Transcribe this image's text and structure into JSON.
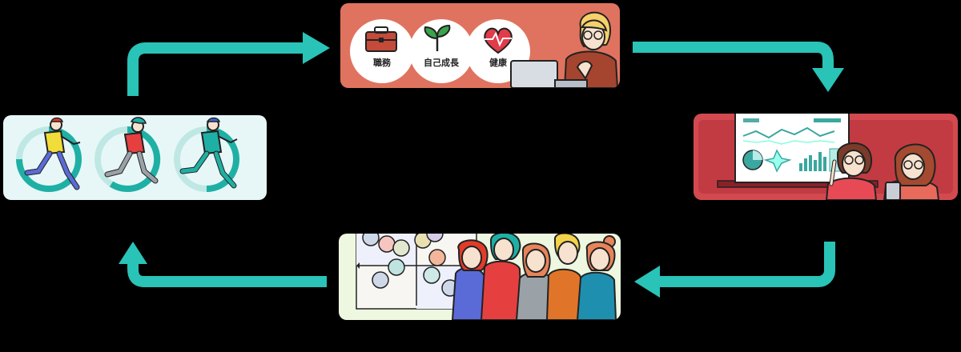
{
  "survey_panel": {
    "categories": [
      {
        "label": "職務",
        "icon": "briefcase-icon"
      },
      {
        "label": "自己成長",
        "icon": "sprout-icon"
      },
      {
        "label": "健康",
        "icon": "heart-pulse-icon"
      }
    ]
  },
  "colors": {
    "arrow": "#29c3b7",
    "survey_bg": "#e0735f",
    "analysis_bg": "#d24a4f",
    "group_bg": "#eef7e0",
    "action_bg": "#e7f7f7"
  }
}
